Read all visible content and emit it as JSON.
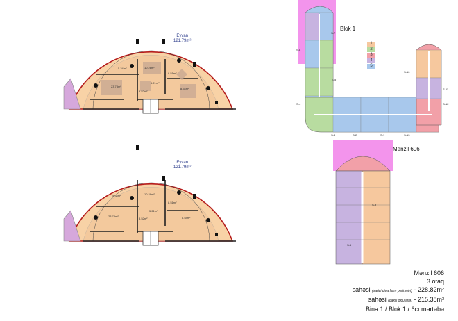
{
  "plan_top": {
    "balcony_name": "Eyvan",
    "balcony_area": "121.79m²",
    "rooms": [
      "5.34m²",
      "10.28m²",
      "8.51m²",
      "23.73m²",
      "3.52m²",
      "5.21m²",
      "8.54m²"
    ]
  },
  "plan_bottom": {
    "balcony_name": "Eyvan",
    "balcony_area": "121.79m²",
    "rooms": [
      "5.34m²",
      "10.28m²",
      "8.51m²",
      "23.73m²",
      "3.52m²",
      "5.21m²",
      "8.54m²"
    ]
  },
  "overview": {
    "blok_label": "Blok 1",
    "apartment_label": "Mənzil 606",
    "sections": [
      "S-7",
      "S-8",
      "S-5",
      "S-4",
      "S-3",
      "S-2",
      "S-1",
      "S-13",
      "S-12",
      "S-11",
      "S-10",
      "S-9",
      "S-6"
    ],
    "legend": [
      {
        "label": "1",
        "color": "#f6c89e"
      },
      {
        "label": "2",
        "color": "#b8dca0"
      },
      {
        "label": "3",
        "color": "#f2a0a8"
      },
      {
        "label": "4",
        "color": "#c7b3e0"
      },
      {
        "label": "5",
        "color": "#a8c8ec"
      }
    ],
    "colors": {
      "block1": "#f6c89e",
      "block2": "#b8dca0",
      "block3": "#f2a0a8",
      "block4": "#c7b3e0",
      "block5": "#a8c8ec",
      "highlight": "#ee66e4"
    }
  },
  "info": {
    "apartment": "Mənzil 606",
    "rooms": "3 otaq",
    "area_ext_word": "sahəsi",
    "area_ext_note": "(xarici divarların perimetri)",
    "area_ext_value": "- 228.82m²",
    "area_int_word": "sahəsi",
    "area_int_note": "(daxili ölçülərlə)",
    "area_int_value": "- 215.38m²",
    "location": "Bina 1 / Blok 1 / 6cı mərtəbə"
  }
}
